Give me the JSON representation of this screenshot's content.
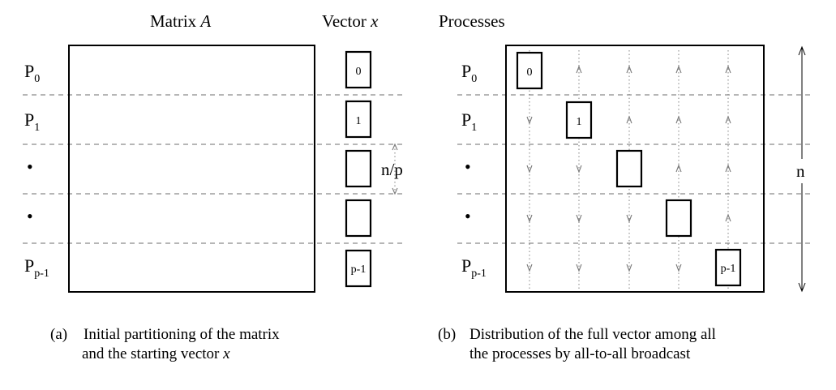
{
  "headers": {
    "matrix_prefix": "Matrix ",
    "matrix_var": "A",
    "vector_prefix": "Vector ",
    "vector_var": "x",
    "processes": "Processes"
  },
  "process_labels": [
    {
      "main": "P",
      "sub": "0"
    },
    {
      "main": "P",
      "sub": "1"
    },
    {
      "main": "•",
      "sub": ""
    },
    {
      "main": "•",
      "sub": ""
    },
    {
      "main": "P",
      "sub": "p-1"
    }
  ],
  "vector_blocks": [
    "0",
    "1",
    "",
    "",
    "p-1"
  ],
  "block_size_label": "n/p",
  "dimension_label": "n",
  "caption_a": {
    "tag": "(a)",
    "line1": "Initial partitioning of the matrix",
    "line2_prefix": "and the starting vector ",
    "line2_var": "x"
  },
  "caption_b": {
    "tag": "(b)",
    "line1": "Distribution of the full vector among all",
    "line2": "the processes by all-to-all broadcast"
  }
}
